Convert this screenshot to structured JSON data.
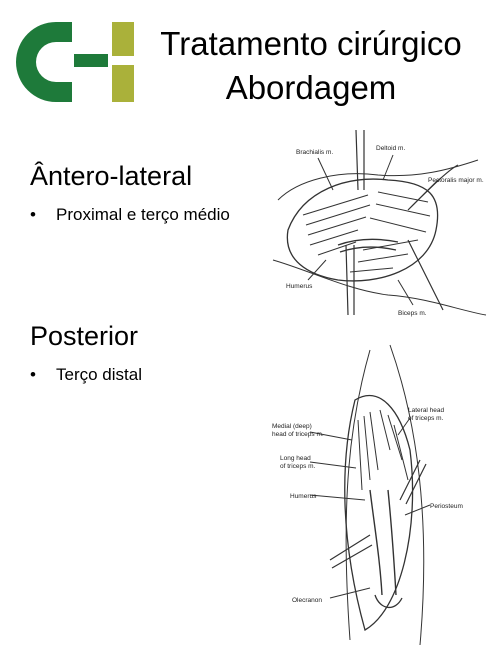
{
  "slide": {
    "title_line1": "Tratamento cirúrgico",
    "title_line2": "Abordagem",
    "logo_colors": {
      "green": "#1e7a3a",
      "olive": "#aab13a"
    },
    "section1": {
      "heading": "Ântero-lateral",
      "bullet": "Proximal e terço médio"
    },
    "section2": {
      "heading": "Posterior",
      "bullet": "Terço distal"
    },
    "figure1_labels": {
      "brachialis": "Brachialis m.",
      "deltoid": "Deltoid m.",
      "pectoralis": "Pectoralis major m.",
      "humerus": "Humerus",
      "biceps": "Biceps m."
    },
    "figure2_labels": {
      "medial_line1": "Medial (deep)",
      "medial_line2": "head of triceps m.",
      "long_line1": "Long head",
      "long_line2": "of triceps m.",
      "humerus": "Humerus",
      "lateral_line1": "Lateral head",
      "lateral_line2": "of triceps m.",
      "periosteum": "Periosteum",
      "olecranon": "Olecranon"
    }
  }
}
